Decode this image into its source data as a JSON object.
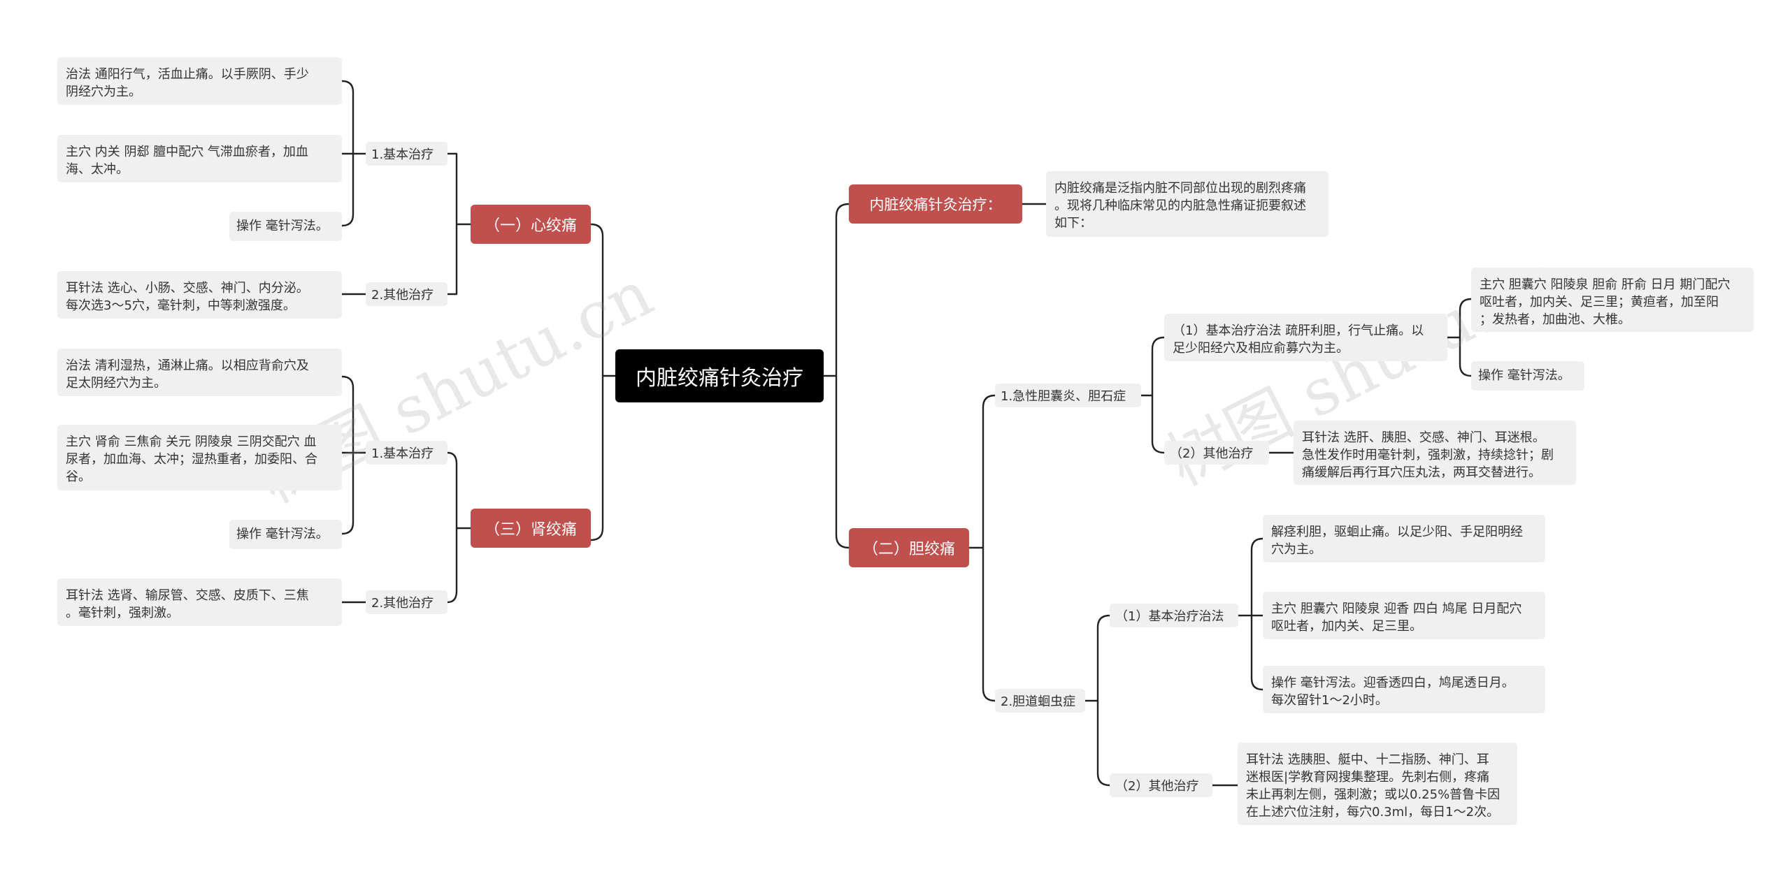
{
  "watermark": "树图 shutu.cn",
  "center": {
    "title": "内脏绞痛针灸治疗"
  },
  "left": {
    "heart": {
      "label": "（一）心绞痛",
      "basic": {
        "label": "1.基本治疗",
        "items": [
          "治法 通阳行气，活血止痛。以手厥阴、手少\n阴经穴为主。",
          "主穴 内关 阴郄 膻中配穴 气滞血瘀者，加血\n海、太冲。",
          "操作 毫针泻法。"
        ]
      },
      "other": {
        "label": "2.其他治疗",
        "items": [
          "耳针法 选心、小肠、交感、神门、内分泌。\n每次选3～5穴，毫针刺，中等刺激强度。"
        ]
      }
    },
    "kidney": {
      "label": "（三）肾绞痛",
      "basic": {
        "label": "1.基本治疗",
        "items": [
          "治法 清利湿热，通淋止痛。以相应背俞穴及\n足太阴经穴为主。",
          "主穴 肾俞 三焦俞 关元 阴陵泉 三阴交配穴 血\n尿者，加血海、太冲；湿热重者，加委阳、合\n谷。",
          "操作 毫针泻法。"
        ]
      },
      "other": {
        "label": "2.其他治疗",
        "items": [
          "耳针法 选肾、输尿管、交感、皮质下、三焦\n。毫针刺，强刺激。"
        ]
      }
    }
  },
  "right": {
    "intro": {
      "label": "内脏绞痛针灸治疗：",
      "text": "内脏绞痛是泛指内脏不同部位出现的剧烈疼痛\n。现将几种临床常见的内脏急性痛证扼要叙述\n如下："
    },
    "gall": {
      "label": "（二）胆绞痛",
      "acute": {
        "label": "1.急性胆囊炎、胆石症",
        "basic": {
          "label": "（1）基本治疗治法 疏肝利胆，行气止痛。以\n足少阳经穴及相应俞募穴为主。",
          "items": [
            "主穴 胆囊穴 阳陵泉 胆俞 肝俞 日月 期门配穴\n 呕吐者，加内关、足三里；黄疸者，加至阳\n；发热者，加曲池、大椎。",
            "操作 毫针泻法。"
          ]
        },
        "other": {
          "label": "（2）其他治疗",
          "items": [
            "耳针法 选肝、胰胆、交感、神门、耳迷根。\n急性发作时用毫针刺，强刺激，持续捻针；剧\n痛缓解后再行耳穴压丸法，两耳交替进行。"
          ]
        }
      },
      "ascaris": {
        "label": "2.胆道蛔虫症",
        "basic": {
          "label": "（1）基本治疗治法",
          "items": [
            "解痉利胆，驱蛔止痛。以足少阳、手足阳明经\n穴为主。",
            "主穴 胆囊穴 阳陵泉 迎香 四白 鸠尾 日月配穴\n 呕吐者，加内关、足三里。",
            "操作 毫针泻法。迎香透四白，鸠尾透日月。\n每次留针1～2小时。"
          ]
        },
        "other": {
          "label": "（2）其他治疗",
          "items": [
            "耳针法 选胰胆、艇中、十二指肠、神门、耳\n迷根医|学教育网搜集整理。先刺右侧，疼痛\n未止再刺左侧，强刺激；或以0.25%普鲁卡因\n在上述穴位注射，每穴0.3ml，每日1～2次。"
          ]
        }
      }
    }
  }
}
